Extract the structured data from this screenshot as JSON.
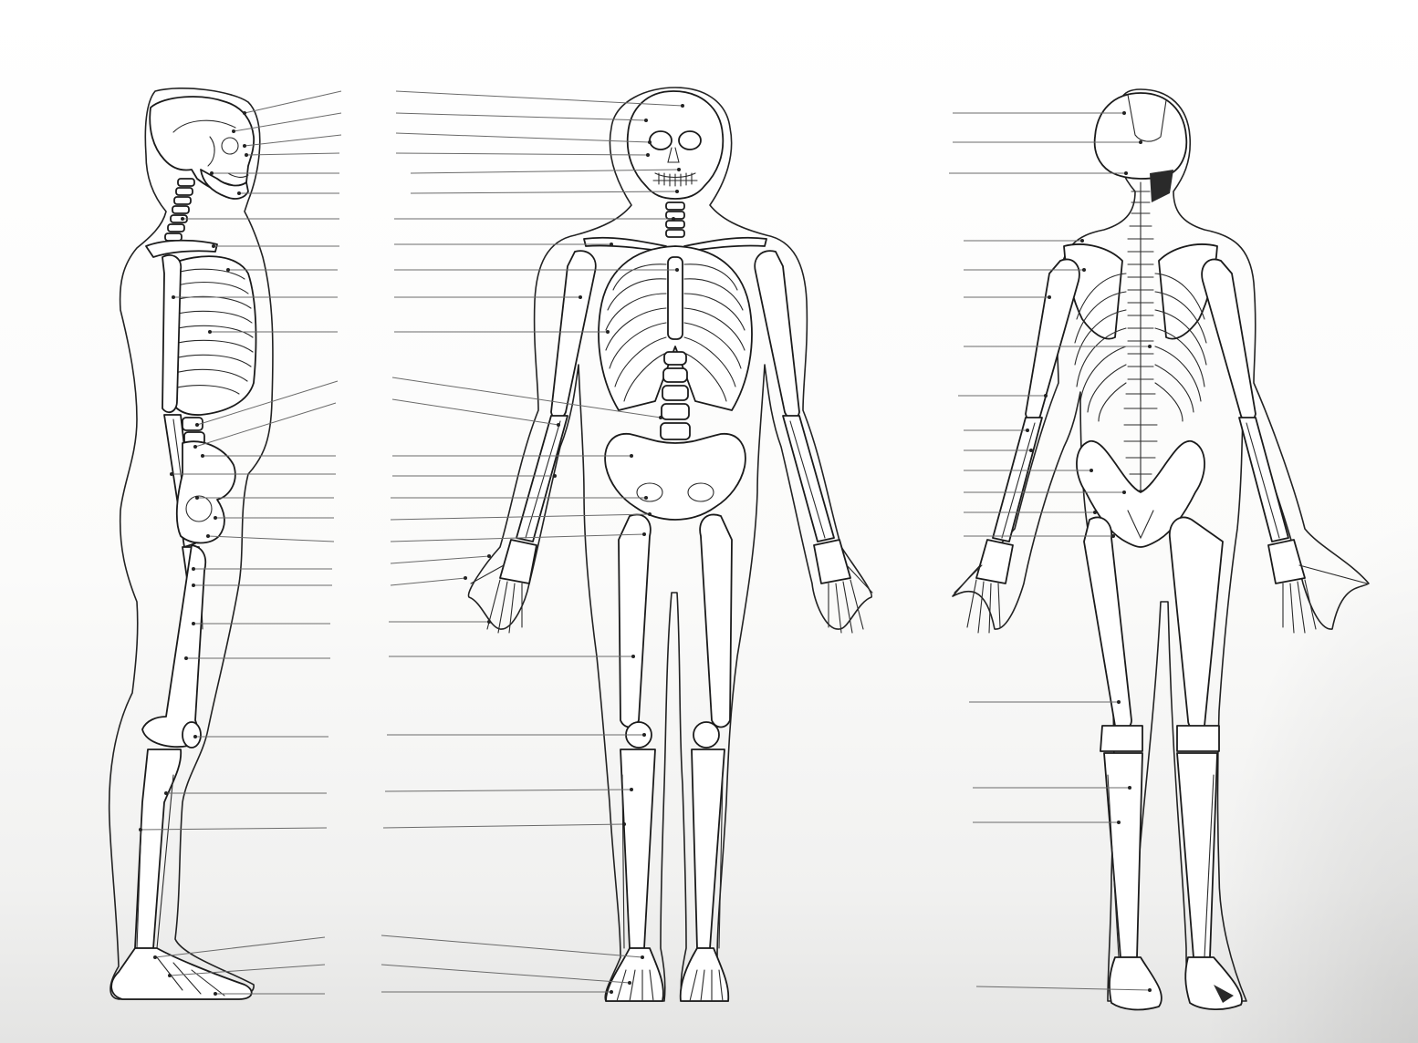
{
  "worksheet": {
    "views": [
      {
        "id": "lateral",
        "label_count": 29
      },
      {
        "id": "anterior",
        "label_count": 29
      },
      {
        "id": "posterior",
        "label_count": 19
      }
    ],
    "colors": {
      "paper": "#ffffff",
      "ink": "#1b1b1b",
      "leader_line": "#6a6a6a"
    },
    "blank_labels": "empty"
  }
}
